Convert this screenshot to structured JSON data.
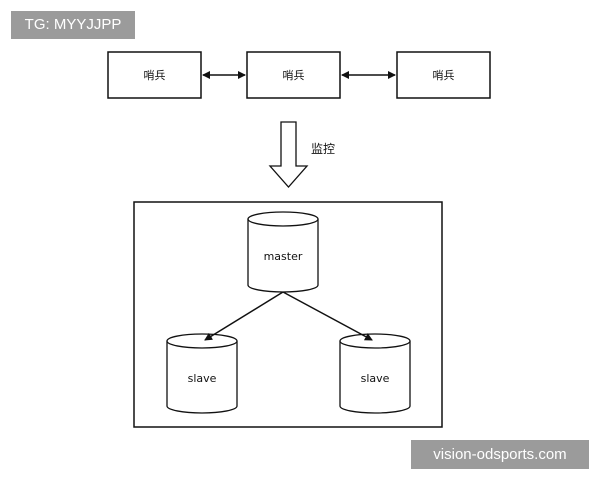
{
  "watermarks": {
    "top": "TG: MYYJJPP",
    "bottom": "vision-odsports.com"
  },
  "sentinels": [
    {
      "label": "哨兵"
    },
    {
      "label": "哨兵"
    },
    {
      "label": "哨兵"
    }
  ],
  "monitor_label": "监控",
  "master": {
    "label": "master"
  },
  "slaves": [
    {
      "label": "slave"
    },
    {
      "label": "slave"
    }
  ]
}
